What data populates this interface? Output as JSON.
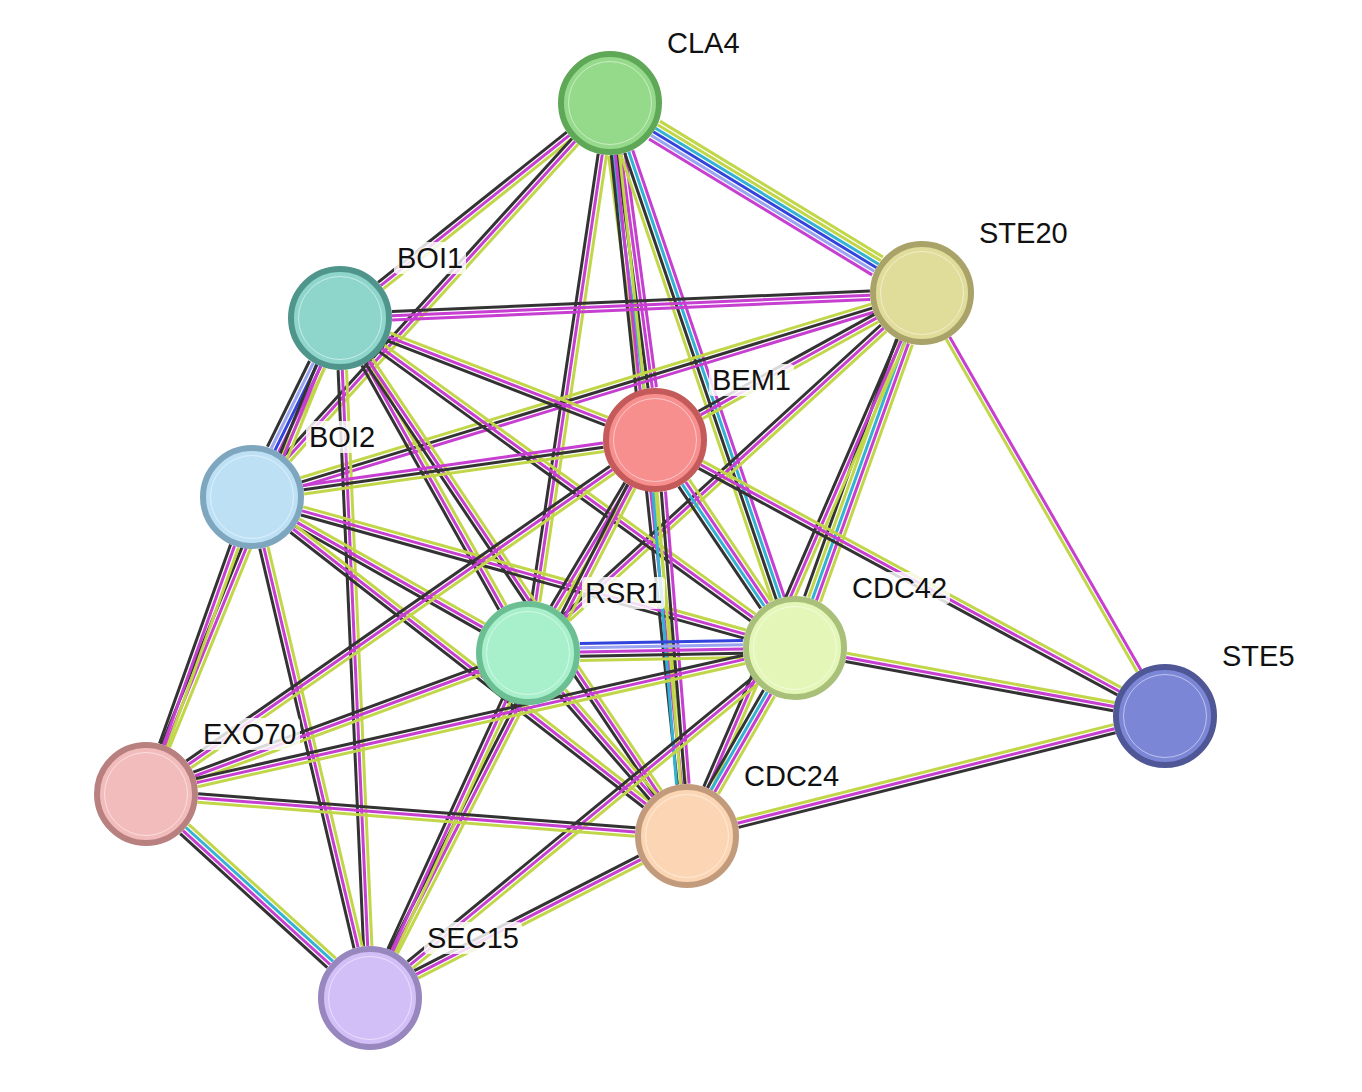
{
  "diagram": {
    "nodes": [
      {
        "text": [
          "CLA4"
        ]
      },
      {
        "text": [
          "STE20"
        ]
      },
      {
        "text": [
          "BOI1"
        ]
      },
      {
        "text": [
          "BEM1"
        ]
      },
      {
        "text": [
          "BOI2"
        ]
      },
      {
        "text": [
          "RSR1"
        ]
      },
      {
        "text": [
          "CDC42"
        ]
      },
      {
        "text": [
          "STE5"
        ]
      },
      {
        "text": [
          "EXO70"
        ]
      },
      {
        "text": [
          "CDC24"
        ]
      },
      {
        "text": [
          "SEC15"
        ]
      }
    ],
    "edges": [
      {
        "from": 0,
        "to": 2,
        "arrow": "none"
      },
      {
        "from": 0,
        "to": 4,
        "arrow": "none"
      },
      {
        "from": 0,
        "to": 1,
        "arrow": "none"
      },
      {
        "from": 0,
        "to": 3,
        "arrow": "none"
      },
      {
        "from": 0,
        "to": 5,
        "arrow": "none"
      },
      {
        "from": 0,
        "to": 6,
        "arrow": "none"
      },
      {
        "from": 0,
        "to": 9,
        "arrow": "none"
      },
      {
        "from": 1,
        "to": 2,
        "arrow": "none"
      },
      {
        "from": 1,
        "to": 4,
        "arrow": "none"
      },
      {
        "from": 1,
        "to": 3,
        "arrow": "none"
      },
      {
        "from": 1,
        "to": 5,
        "arrow": "none"
      },
      {
        "from": 1,
        "to": 6,
        "arrow": "none"
      },
      {
        "from": 1,
        "to": 9,
        "arrow": "none"
      },
      {
        "from": 1,
        "to": 7,
        "arrow": "none"
      },
      {
        "from": 2,
        "to": 4,
        "arrow": "none"
      },
      {
        "from": 2,
        "to": 3,
        "arrow": "none"
      },
      {
        "from": 2,
        "to": 5,
        "arrow": "none"
      },
      {
        "from": 2,
        "to": 6,
        "arrow": "none"
      },
      {
        "from": 2,
        "to": 9,
        "arrow": "none"
      },
      {
        "from": 2,
        "to": 8,
        "arrow": "none"
      },
      {
        "from": 2,
        "to": 10,
        "arrow": "none"
      },
      {
        "from": 4,
        "to": 3,
        "arrow": "none"
      },
      {
        "from": 4,
        "to": 5,
        "arrow": "none"
      },
      {
        "from": 4,
        "to": 6,
        "arrow": "none"
      },
      {
        "from": 4,
        "to": 9,
        "arrow": "none"
      },
      {
        "from": 4,
        "to": 8,
        "arrow": "none"
      },
      {
        "from": 4,
        "to": 10,
        "arrow": "none"
      },
      {
        "from": 3,
        "to": 5,
        "arrow": "none"
      },
      {
        "from": 3,
        "to": 6,
        "arrow": "none"
      },
      {
        "from": 3,
        "to": 9,
        "arrow": "none"
      },
      {
        "from": 3,
        "to": 8,
        "arrow": "none"
      },
      {
        "from": 3,
        "to": 10,
        "arrow": "none"
      },
      {
        "from": 3,
        "to": 7,
        "arrow": "none"
      },
      {
        "from": 5,
        "to": 6,
        "arrow": "none"
      },
      {
        "from": 5,
        "to": 9,
        "arrow": "none"
      },
      {
        "from": 5,
        "to": 8,
        "arrow": "none"
      },
      {
        "from": 5,
        "to": 10,
        "arrow": "none"
      },
      {
        "from": 6,
        "to": 9,
        "arrow": "none"
      },
      {
        "from": 6,
        "to": 8,
        "arrow": "none"
      },
      {
        "from": 6,
        "to": 10,
        "arrow": "none"
      },
      {
        "from": 6,
        "to": 7,
        "arrow": "none"
      },
      {
        "from": 9,
        "to": 8,
        "arrow": "none"
      },
      {
        "from": 9,
        "to": 10,
        "arrow": "none"
      },
      {
        "from": 9,
        "to": 7,
        "arrow": "none"
      },
      {
        "from": 8,
        "to": 10,
        "arrow": "none"
      }
    ]
  }
}
